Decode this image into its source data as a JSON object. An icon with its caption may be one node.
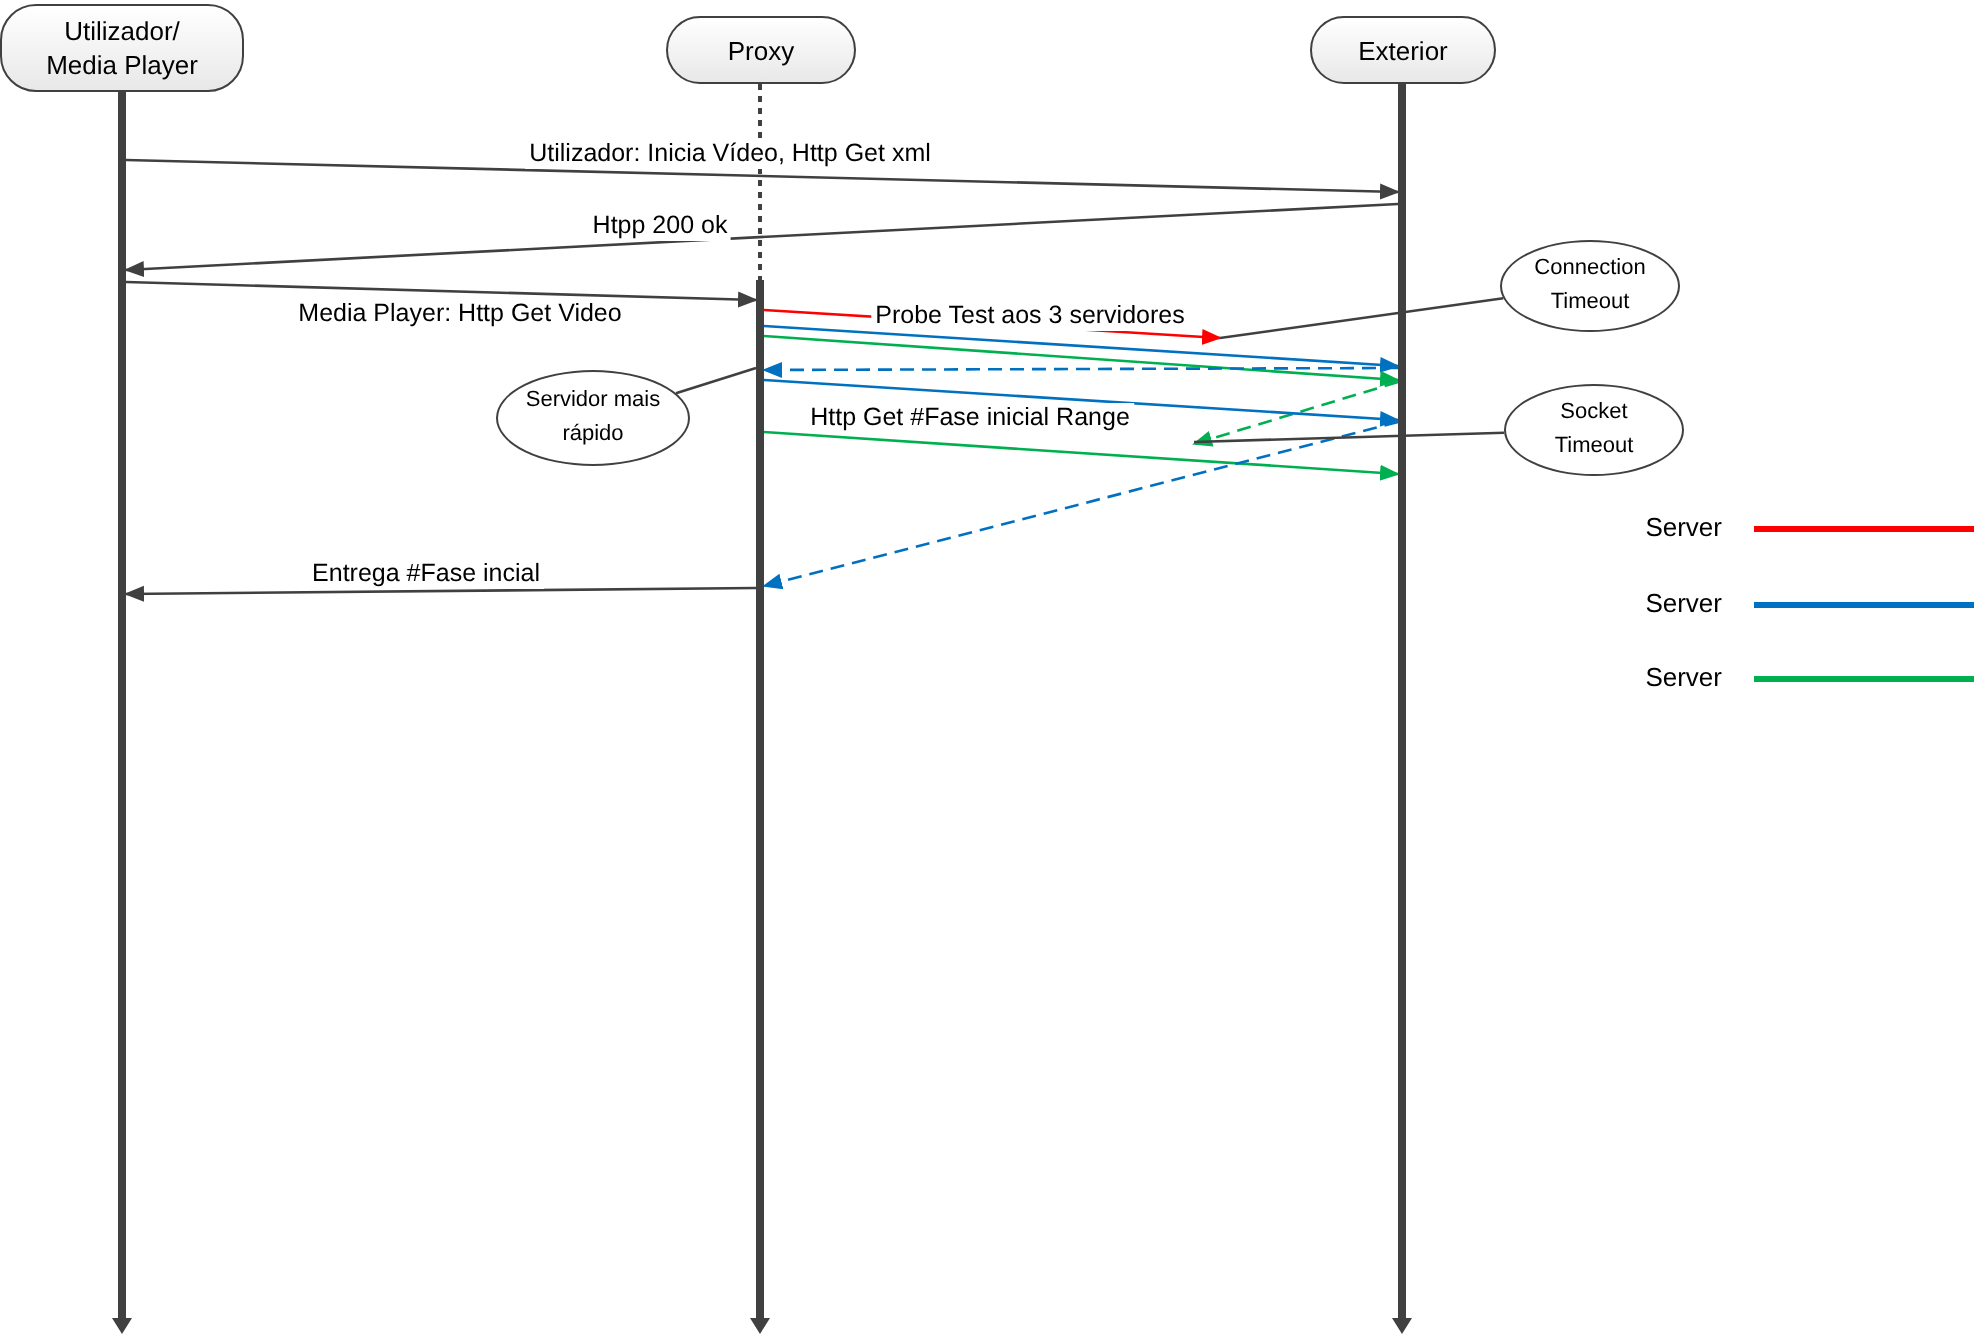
{
  "diagram": {
    "nodes": [
      {
        "text": [
          "Utilizador/ Media Player"
        ]
      },
      {
        "text": [
          "Proxy"
        ]
      },
      {
        "text": [
          "Exterior"
        ]
      },
      {
        "text": [],
        "shape": "bar"
      },
      {
        "text": [],
        "shape": "bar"
      },
      {
        "text": [],
        "shape": "bar"
      },
      {
        "text": [
          "Connection Timeout"
        ]
      },
      {
        "text": [
          "Servidor mais rápido"
        ]
      },
      {
        "text": [
          "Socket Timeout"
        ]
      }
    ],
    "edges": [
      {
        "from": 3,
        "to": 5,
        "arrow": "to",
        "label": "Utilizador: Inicia Vídeo, Http Get xml"
      },
      {
        "from": 5,
        "to": 3,
        "arrow": "to",
        "label": "Htpp 200 ok"
      },
      {
        "from": 3,
        "to": 4,
        "arrow": "to",
        "label": "Media Player: Http Get Video"
      },
      {
        "from": 4,
        "to": null,
        "arrow": "to",
        "label": "Probe Test aos 3 servidores",
        "color": "#ff0000"
      },
      {
        "from": 4,
        "to": 5,
        "arrow": "to",
        "color": "#0070c0"
      },
      {
        "from": 4,
        "to": 5,
        "arrow": "to",
        "color": "#00b050"
      },
      {
        "from": 5,
        "to": 4,
        "arrow": "to",
        "style": "dashed",
        "color": "#0070c0"
      },
      {
        "from": 5,
        "to": null,
        "arrow": "to",
        "style": "dashed",
        "color": "#00b050"
      },
      {
        "from": 4,
        "to": 5,
        "arrow": "to",
        "label": "Http Get #Fase inicial Range",
        "color": "#0070c0"
      },
      {
        "from": 4,
        "to": 5,
        "arrow": "to",
        "color": "#00b050"
      },
      {
        "from": 5,
        "to": 4,
        "arrow": "to",
        "style": "dashed",
        "color": "#0070c0"
      },
      {
        "from": 4,
        "to": 3,
        "arrow": "to",
        "label": "Entrega #Fase incial"
      },
      {
        "from": 6,
        "to": null,
        "arrow": "none"
      },
      {
        "from": 7,
        "to": 4,
        "arrow": "none"
      },
      {
        "from": 8,
        "to": null,
        "arrow": "none"
      }
    ],
    "legend": [
      {
        "text": "Server",
        "color": "#ff0000"
      },
      {
        "text": "Server",
        "color": "#0070c0"
      },
      {
        "text": "Server",
        "color": "#00b050"
      }
    ]
  }
}
